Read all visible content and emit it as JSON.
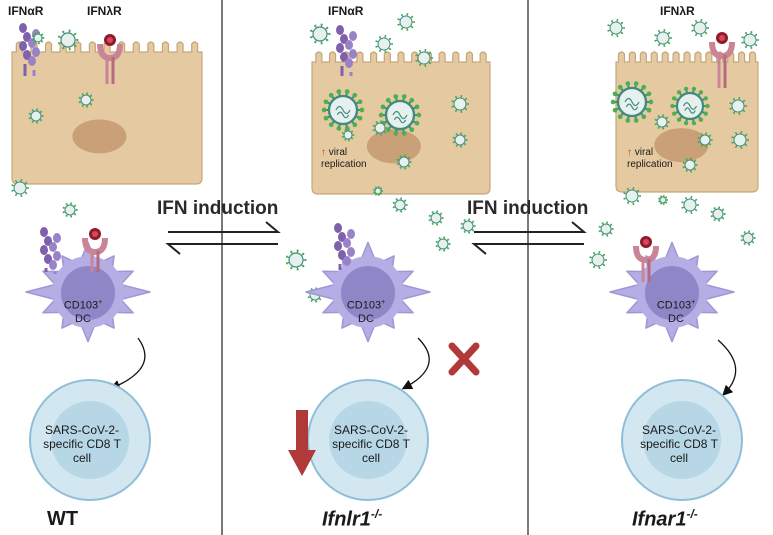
{
  "panels": [
    {
      "receptor_labels": [
        "IFNαR",
        "IFNλR"
      ],
      "cell_state": "",
      "dc_label": "CD103⁺ DC",
      "dc_label_line1": "CD103",
      "dc_label_sup": "+",
      "dc_label_line2": "DC",
      "tcell_label": [
        "SARS-CoV-2-",
        "specific CD8 T",
        "cell"
      ],
      "genotype": "WT",
      "genotype_base": "WT",
      "genotype_sup": "",
      "dc_to_tcell": "activates"
    },
    {
      "receptor_labels": [
        "IFNαR"
      ],
      "viral_replication": [
        "viral",
        "replication"
      ],
      "dc_label_line1": "CD103",
      "dc_label_sup": "+",
      "dc_label_line2": "DC",
      "tcell_label": [
        "SARS-CoV-2-",
        "specific CD8 T",
        "cell"
      ],
      "genotype_base": "Ifnlr1",
      "genotype_sup": "-/-",
      "dc_to_tcell": "blocked",
      "tcell_change": "decreased"
    },
    {
      "receptor_labels": [
        "IFNλR"
      ],
      "viral_replication": [
        "viral",
        "replication"
      ],
      "dc_label_line1": "CD103",
      "dc_label_sup": "+",
      "dc_label_line2": "DC",
      "tcell_label": [
        "SARS-CoV-2-",
        "specific CD8 T",
        "cell"
      ],
      "genotype_base": "Ifnar1",
      "genotype_sup": "-/-",
      "dc_to_tcell": "activates"
    }
  ],
  "transitions": [
    {
      "label": "IFN induction"
    },
    {
      "label": "IFN induction"
    }
  ],
  "colors": {
    "epithelium": "#e4c9a1",
    "nucleus": "#c9a078",
    "dc": "#b4aee5",
    "dc_nucleus": "#8f86c7",
    "tcell_outer": "#d3e7f1",
    "tcell_inner": "#b7d6e6",
    "virus": "#3f8c7e",
    "ifnar": "#7e60ad",
    "ifnlr": "#c98596",
    "block_x": "#b03a3a",
    "down_arrow": "#b03a3a"
  }
}
